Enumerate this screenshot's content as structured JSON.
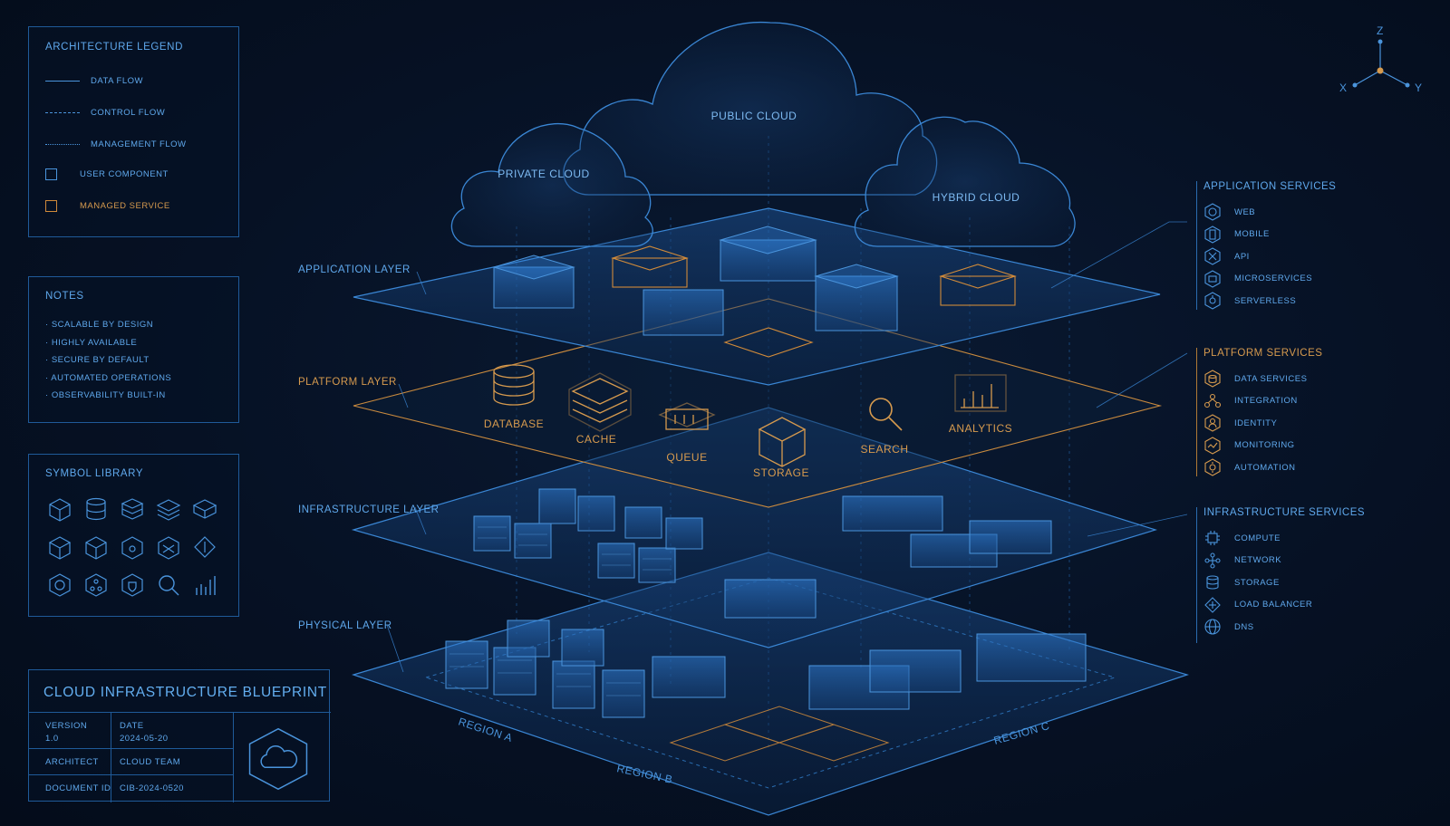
{
  "legend": {
    "title": "ARCHITECTURE LEGEND",
    "items": [
      {
        "label": "DATA FLOW",
        "style": "solid"
      },
      {
        "label": "CONTROL FLOW",
        "style": "dashed"
      },
      {
        "label": "MANAGEMENT FLOW",
        "style": "dotted"
      },
      {
        "label": "USER COMPONENT",
        "style": "square-blue"
      },
      {
        "label": "MANAGED SERVICE",
        "style": "square-orange"
      }
    ]
  },
  "notes": {
    "title": "NOTES",
    "items": [
      "SCALABLE BY DESIGN",
      "HIGHLY AVAILABLE",
      "SECURE BY DEFAULT",
      "AUTOMATED OPERATIONS",
      "OBSERVABILITY BUILT-IN"
    ]
  },
  "symbols": {
    "title": "SYMBOL LIBRARY",
    "icons": [
      "cube-icon",
      "cylinder-icon",
      "stack-icon",
      "layers-icon",
      "layers-alt-icon",
      "cube-open-icon",
      "cube-outline-icon",
      "cube-marked-icon",
      "cube-network-icon",
      "diamond-icon",
      "hex-gear-icon",
      "hex-nodes-icon",
      "hex-shield-icon",
      "magnifier-icon",
      "bar-chart-icon"
    ]
  },
  "title_block": {
    "title": "CLOUD INFRASTRUCTURE BLUEPRINT",
    "version_label": "VERSION",
    "version": "1.0",
    "date_label": "DATE",
    "date": "2024-05-20",
    "architect_label": "ARCHITECT",
    "architect": "CLOUD TEAM",
    "doc_label": "DOCUMENT ID",
    "doc_id": "CIB-2024-0520",
    "logo_icon": "cloud-hex-icon"
  },
  "axes": {
    "z": "Z",
    "x": "X",
    "y": "Y"
  },
  "clouds": {
    "public": "PUBLIC CLOUD",
    "private": "PRIVATE CLOUD",
    "hybrid": "HYBRID CLOUD"
  },
  "layers": {
    "application": "APPLICATION LAYER",
    "platform": "PLATFORM LAYER",
    "infrastructure": "INFRASTRUCTURE LAYER",
    "physical": "PHYSICAL LAYER"
  },
  "platform_components": [
    "DATABASE",
    "CACHE",
    "QUEUE",
    "STORAGE",
    "SEARCH",
    "ANALYTICS"
  ],
  "regions": {
    "a": "REGION A",
    "b": "REGION B",
    "c": "REGION C"
  },
  "services": {
    "application": {
      "title": "APPLICATION SERVICES",
      "items": [
        {
          "label": "WEB",
          "icon": "globe-icon"
        },
        {
          "label": "MOBILE",
          "icon": "mobile-icon"
        },
        {
          "label": "API",
          "icon": "api-icon"
        },
        {
          "label": "MICROSERVICES",
          "icon": "microservices-icon"
        },
        {
          "label": "SERVERLESS",
          "icon": "serverless-icon"
        }
      ]
    },
    "platform": {
      "title": "PLATFORM SERVICES",
      "items": [
        {
          "label": "DATA SERVICES",
          "icon": "data-icon"
        },
        {
          "label": "INTEGRATION",
          "icon": "integration-icon"
        },
        {
          "label": "IDENTITY",
          "icon": "identity-icon"
        },
        {
          "label": "MONITORING",
          "icon": "monitoring-icon"
        },
        {
          "label": "AUTOMATION",
          "icon": "automation-icon"
        }
      ]
    },
    "infrastructure": {
      "title": "INFRASTRUCTURE SERVICES",
      "items": [
        {
          "label": "COMPUTE",
          "icon": "chip-icon"
        },
        {
          "label": "NETWORK",
          "icon": "network-icon"
        },
        {
          "label": "STORAGE",
          "icon": "database-icon"
        },
        {
          "label": "LOAD BALANCER",
          "icon": "load-balancer-icon"
        },
        {
          "label": "DNS",
          "icon": "dns-globe-icon"
        }
      ]
    }
  },
  "colors": {
    "blue": "#4a94dc",
    "orange": "#d69a4e",
    "background": "#061124"
  }
}
